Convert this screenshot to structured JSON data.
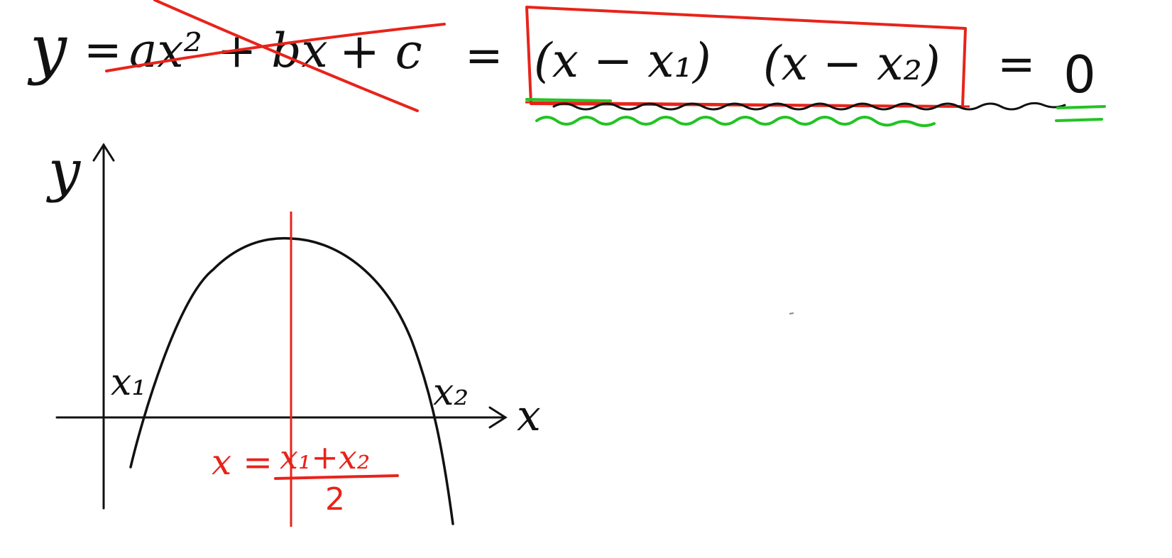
{
  "colors": {
    "ink": "#111111",
    "red": "#e8231a",
    "green": "#22c422",
    "background": "#ffffff"
  },
  "equation": {
    "lhs": "y",
    "eq1": "=",
    "crossed_terms": "ax² + bx",
    "const_term": "+ c",
    "eq2": "=",
    "factor1": "(x − x₁)",
    "factor2": "(x − x₂)",
    "eq3": "=",
    "rhs": "0"
  },
  "graph": {
    "y_axis_label": "y",
    "x_axis_label": "x",
    "root1_label": "x₁",
    "root2_label": "x₂",
    "axis_of_symmetry_lhs": "x =",
    "axis_numerator": "x₁+x₂",
    "axis_denominator": "2"
  }
}
